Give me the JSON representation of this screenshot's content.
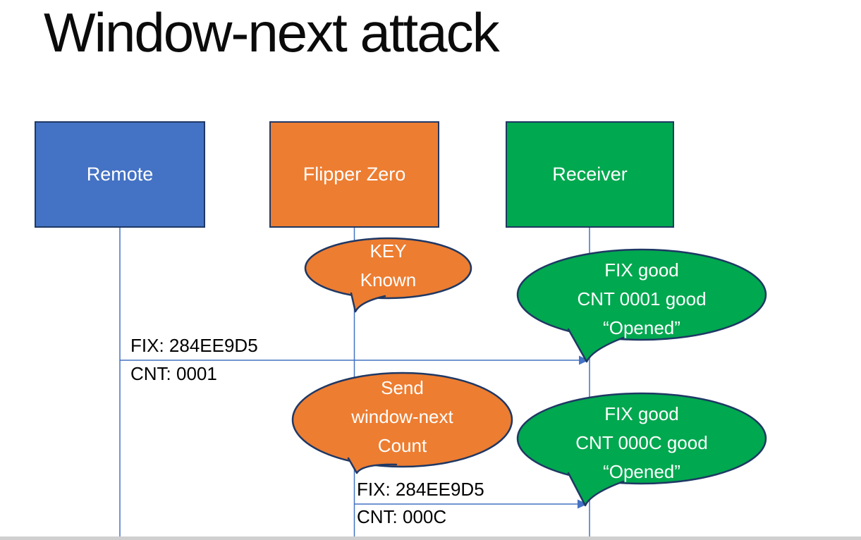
{
  "title": "Window-next attack",
  "actors": [
    {
      "label": "Remote",
      "fill": "#4472C4"
    },
    {
      "label": "Flipper Zero",
      "fill": "#ED7D31"
    },
    {
      "label": "Receiver",
      "fill": "#00A84F"
    }
  ],
  "callouts": [
    {
      "lines": [
        "KEY",
        "Known"
      ],
      "fill": "#ED7D31",
      "attached_to": "Flipper Zero"
    },
    {
      "lines": [
        "FIX good",
        "CNT 0001 good",
        "“Opened”"
      ],
      "fill": "#00A84F",
      "attached_to": "Receiver"
    },
    {
      "lines": [
        "Send",
        "window-next",
        "Count"
      ],
      "fill": "#ED7D31",
      "attached_to": "Flipper Zero"
    },
    {
      "lines": [
        "FIX good",
        "CNT 000C good",
        "“Opened”"
      ],
      "fill": "#00A84F",
      "attached_to": "Receiver"
    }
  ],
  "messages": [
    {
      "from": "Remote",
      "to": "Receiver",
      "label_top": "FIX: 284EE9D5",
      "label_bottom": "CNT: 0001"
    },
    {
      "from": "Flipper Zero",
      "to": "Receiver",
      "label_top": "FIX: 284EE9D5",
      "label_bottom": "CNT: 000C"
    }
  ],
  "colors": {
    "actor_blue": "#4472C4",
    "actor_orange": "#ED7D31",
    "actor_green": "#00A84F",
    "shape_border": "#1F3864",
    "line_blue": "#4472C4",
    "title_text": "#000000",
    "label_text": "#000000",
    "bubble_text": "#FFFFFF"
  }
}
